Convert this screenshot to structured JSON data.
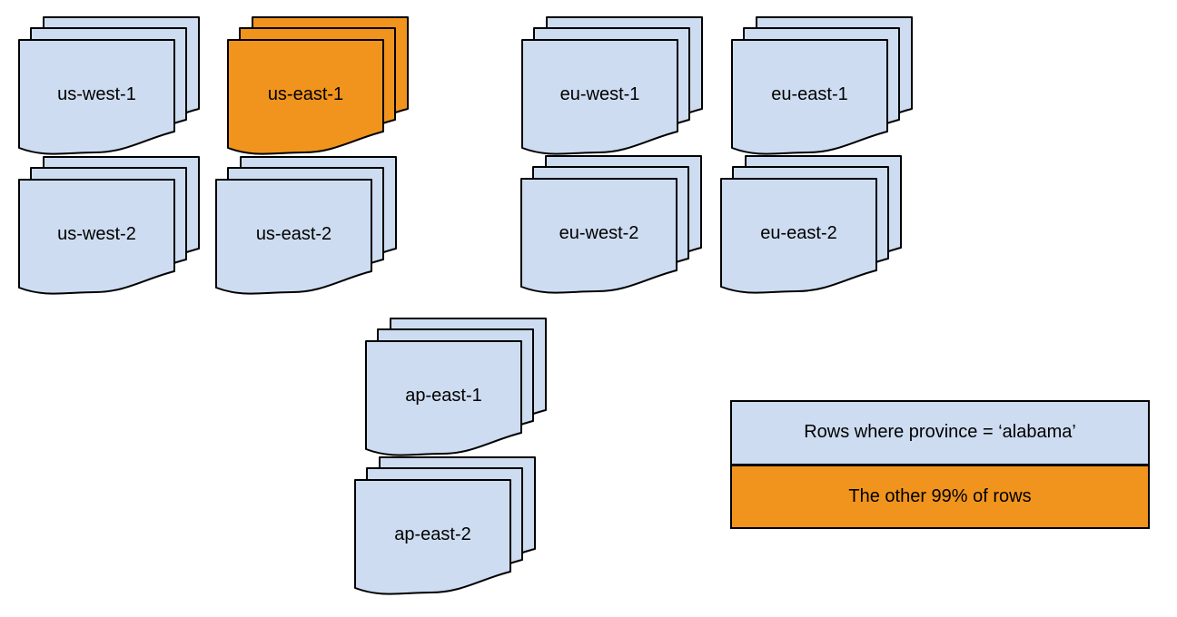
{
  "diagram": {
    "colors": {
      "default_fill": "#cddcf0",
      "highlight_fill": "#f0941e",
      "stroke": "#000000"
    },
    "stacks": [
      {
        "label": "us-west-1",
        "variant": "default"
      },
      {
        "label": "us-east-1",
        "variant": "highlight"
      },
      {
        "label": "eu-west-1",
        "variant": "default"
      },
      {
        "label": "eu-east-1",
        "variant": "default"
      },
      {
        "label": "us-west-2",
        "variant": "default"
      },
      {
        "label": "us-east-2",
        "variant": "default"
      },
      {
        "label": "eu-west-2",
        "variant": "default"
      },
      {
        "label": "eu-east-2",
        "variant": "default"
      },
      {
        "label": "ap-east-1",
        "variant": "default"
      },
      {
        "label": "ap-east-2",
        "variant": "default"
      }
    ],
    "legend": {
      "items": [
        {
          "label": "Rows where province = ‘alabama’",
          "variant": "default"
        },
        {
          "label": "The other 99% of rows",
          "variant": "highlight"
        }
      ]
    }
  }
}
